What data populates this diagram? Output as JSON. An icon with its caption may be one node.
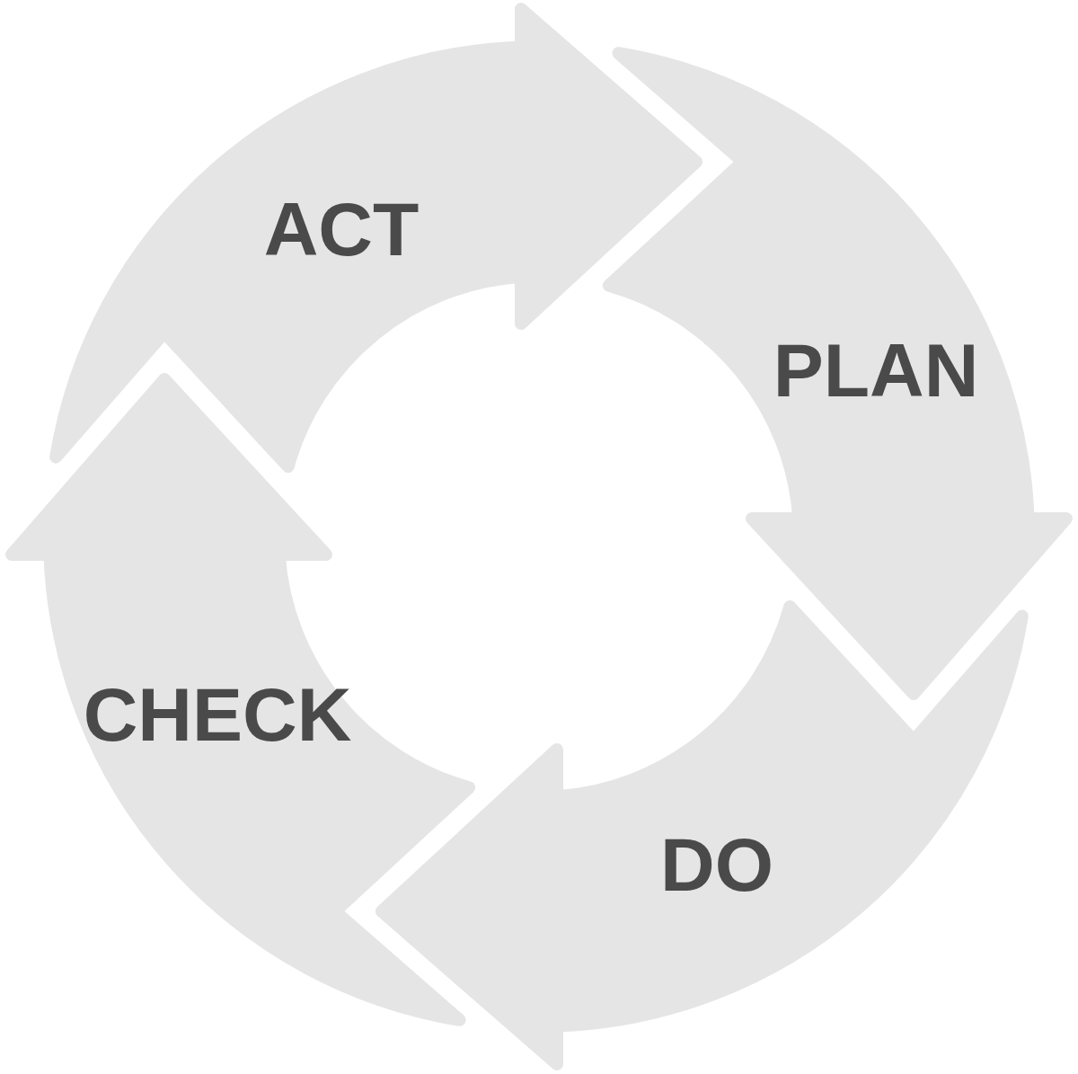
{
  "diagram": {
    "nodes": [
      {
        "text": [
          "ACT"
        ]
      },
      {
        "text": [
          "PLAN"
        ]
      },
      {
        "text": [
          "DO"
        ]
      },
      {
        "text": [
          "CHECK"
        ]
      }
    ]
  }
}
